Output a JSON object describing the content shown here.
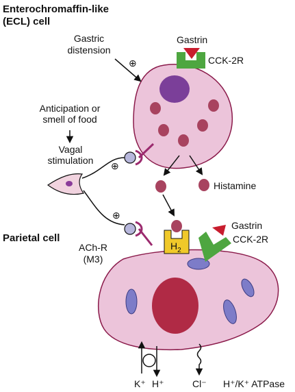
{
  "ecl_cell": {
    "title_line1": "Enterochromaffin-like",
    "title_line2": "(ECL) cell"
  },
  "parietal_cell": {
    "title": "Parietal cell"
  },
  "stimuli": {
    "gastric_distension_line1": "Gastric",
    "gastric_distension_line2": "distension",
    "anticipation_line1": "Anticipation or",
    "anticipation_line2": "smell of food",
    "vagal_line1": "Vagal",
    "vagal_line2": "stimulation"
  },
  "receptors": {
    "gastrin_top": "Gastrin",
    "cck2r_top": "CCK-2R",
    "gastrin_bottom": "Gastrin",
    "cck2r_bottom": "CCK-2R",
    "ach_r_line1": "ACh-R",
    "ach_r_line2": "(M3)",
    "h2_letter": "H",
    "h2_sub": "2"
  },
  "histamine_label": "Histamine",
  "plus_sign": "⊕",
  "ions": {
    "k": "K⁺",
    "h": "H⁺",
    "cl": "Cl⁻",
    "atpase": "H⁺/K⁺ ATPase"
  },
  "colors": {
    "cell_fill": "#ecc4da",
    "cell_stroke": "#8a1a4a",
    "nucleus_ecl": "#7b3f99",
    "granule": "#a8435f",
    "nucleus_parietal": "#b02a45",
    "receptor_green": "#4ea640",
    "gastrin_red": "#c81d2e",
    "h2_yellow": "#f0c92a",
    "mito_blue": "#7d7cc8",
    "neuron_fill": "#f1d3df",
    "synapse_purple": "#9b2a6e",
    "synapse_bulb": "#b7b7dc"
  }
}
